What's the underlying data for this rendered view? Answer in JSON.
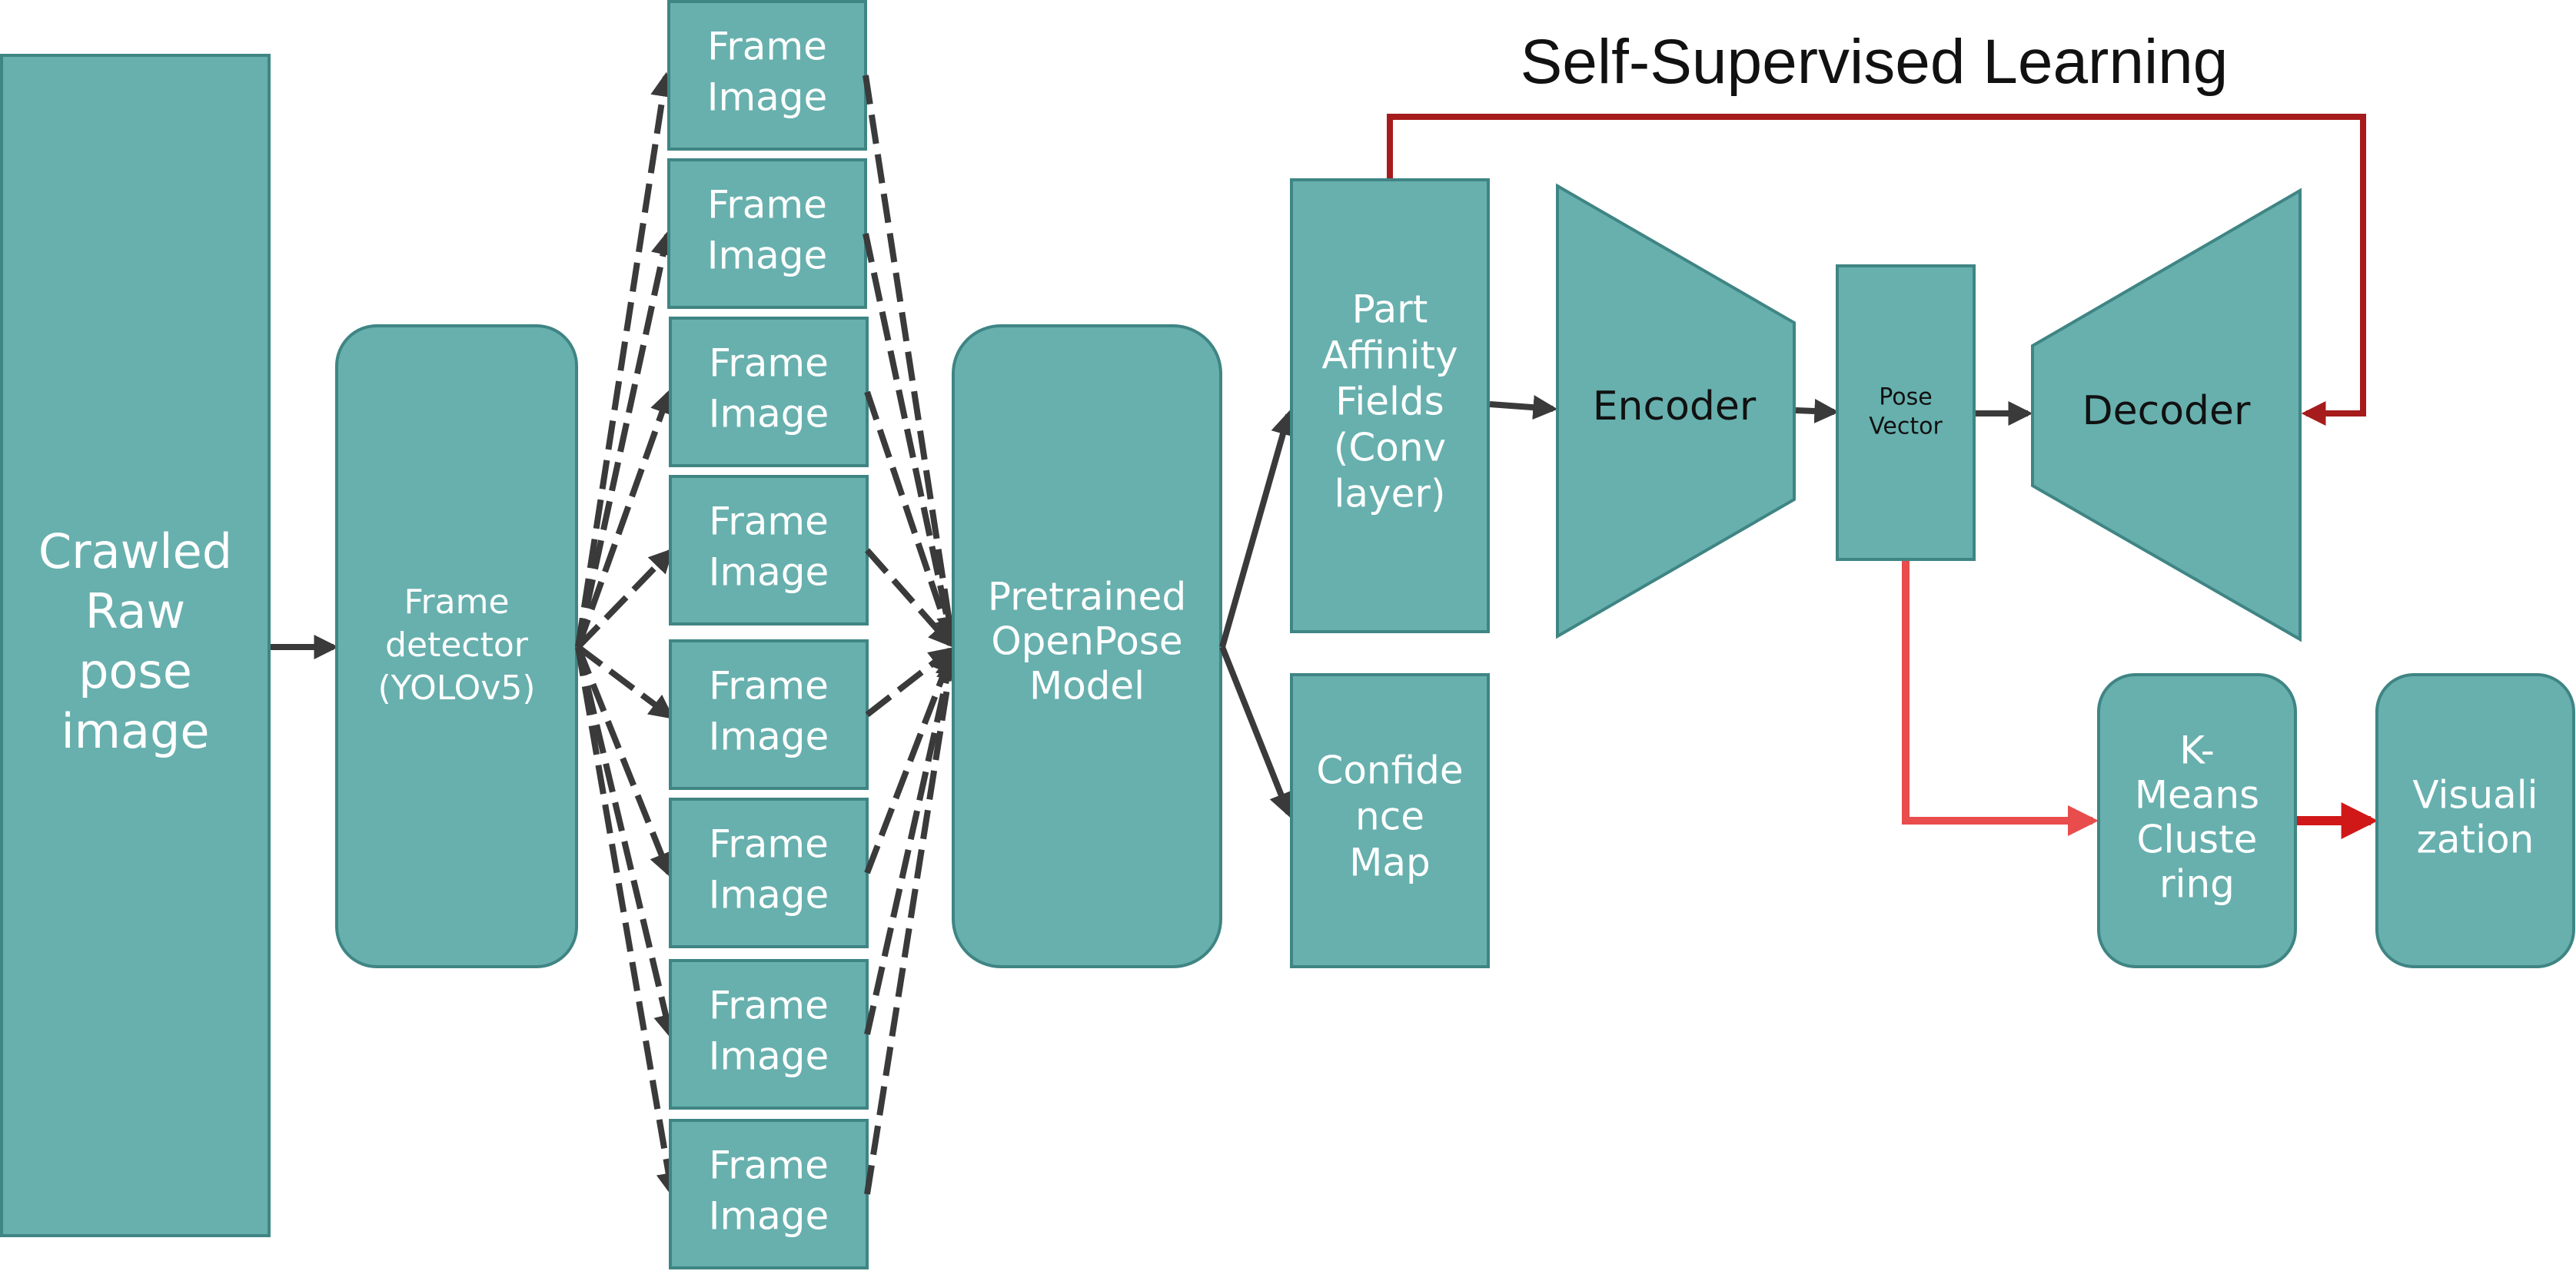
{
  "title": "Self-Supervised Learning",
  "nodes": {
    "raw": [
      "Crawled",
      "Raw",
      "pose",
      "image"
    ],
    "detector": [
      "Frame",
      "detector",
      "(YOLOv5)"
    ],
    "frames": [
      [
        "Frame",
        "Image"
      ],
      [
        "Frame",
        "Image"
      ],
      [
        "Frame",
        "Image"
      ],
      [
        "Frame",
        "Image"
      ],
      [
        "Frame",
        "Image"
      ],
      [
        "Frame",
        "Image"
      ],
      [
        "Frame",
        "Image"
      ],
      [
        "Frame",
        "Image"
      ]
    ],
    "openpose": [
      "Pretrained",
      "OpenPose",
      "Model"
    ],
    "paf": [
      "Part",
      "Affinity",
      "Fields",
      "(Conv",
      "layer)"
    ],
    "confidence": [
      "Confide",
      "nce",
      "Map"
    ],
    "encoder": "Encoder",
    "pose_vector": [
      "Pose",
      "Vector"
    ],
    "decoder": "Decoder",
    "kmeans": [
      "K-",
      "Means",
      "Cluste",
      "ring"
    ],
    "visualization": [
      "Visuali",
      "zation"
    ]
  },
  "colors": {
    "box_fill": "#67b0ae",
    "box_stroke": "#3f8584",
    "arrow": "#3a3a3a",
    "feedback_arrow": "#a61c1c",
    "cluster_arrow": "#e84c4c"
  }
}
